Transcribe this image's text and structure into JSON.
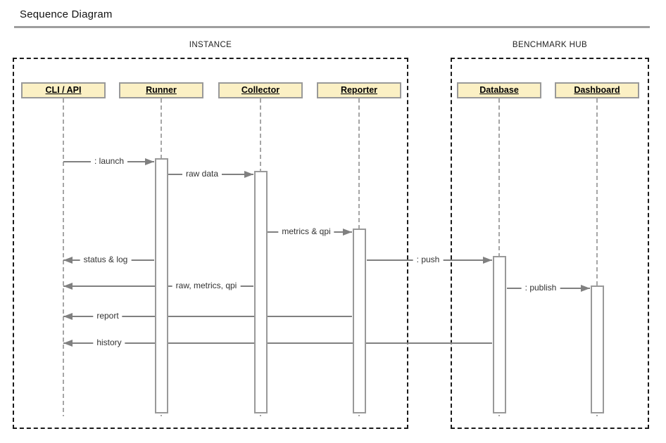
{
  "page": {
    "title": "Sequence Diagram"
  },
  "diagram": {
    "frames": [
      {
        "id": "instance",
        "label": "INSTANCE"
      },
      {
        "id": "benchmark-hub",
        "label": "BENCHMARK HUB"
      }
    ],
    "participants": [
      {
        "id": "cli",
        "label": "CLI / API",
        "frame": "instance"
      },
      {
        "id": "runner",
        "label": "Runner",
        "frame": "instance"
      },
      {
        "id": "collector",
        "label": "Collector",
        "frame": "instance"
      },
      {
        "id": "reporter",
        "label": "Reporter",
        "frame": "instance"
      },
      {
        "id": "database",
        "label": "Database",
        "frame": "benchmark-hub"
      },
      {
        "id": "dashboard",
        "label": "Dashboard",
        "frame": "benchmark-hub"
      }
    ],
    "messages": [
      {
        "id": "launch",
        "label": ": launch",
        "from": "cli",
        "to": "runner"
      },
      {
        "id": "raw-data",
        "label": "raw data",
        "from": "runner",
        "to": "collector"
      },
      {
        "id": "metrics-qpi",
        "label": "metrics & qpi",
        "from": "collector",
        "to": "reporter"
      },
      {
        "id": "status-log",
        "label": "status & log",
        "from": "runner",
        "to": "cli"
      },
      {
        "id": "push",
        "label": ": push",
        "from": "reporter",
        "to": "database"
      },
      {
        "id": "raw-metrics-qpi",
        "label": "raw, metrics, qpi",
        "from": "collector",
        "to": "cli"
      },
      {
        "id": "publish",
        "label": ": publish",
        "from": "database",
        "to": "dashboard"
      },
      {
        "id": "report",
        "label": "report",
        "from": "reporter",
        "to": "cli"
      },
      {
        "id": "history",
        "label": "history",
        "from": "database",
        "to": "cli"
      }
    ],
    "colors": {
      "participant_fill": "#FBF0C4",
      "participant_border": "#999999",
      "arrow": "#808080",
      "lifeline": "#A6A6A6",
      "frame_border": "#1A1A1A",
      "title_rule": "#9E9E9E",
      "message_text": "#333333"
    }
  }
}
